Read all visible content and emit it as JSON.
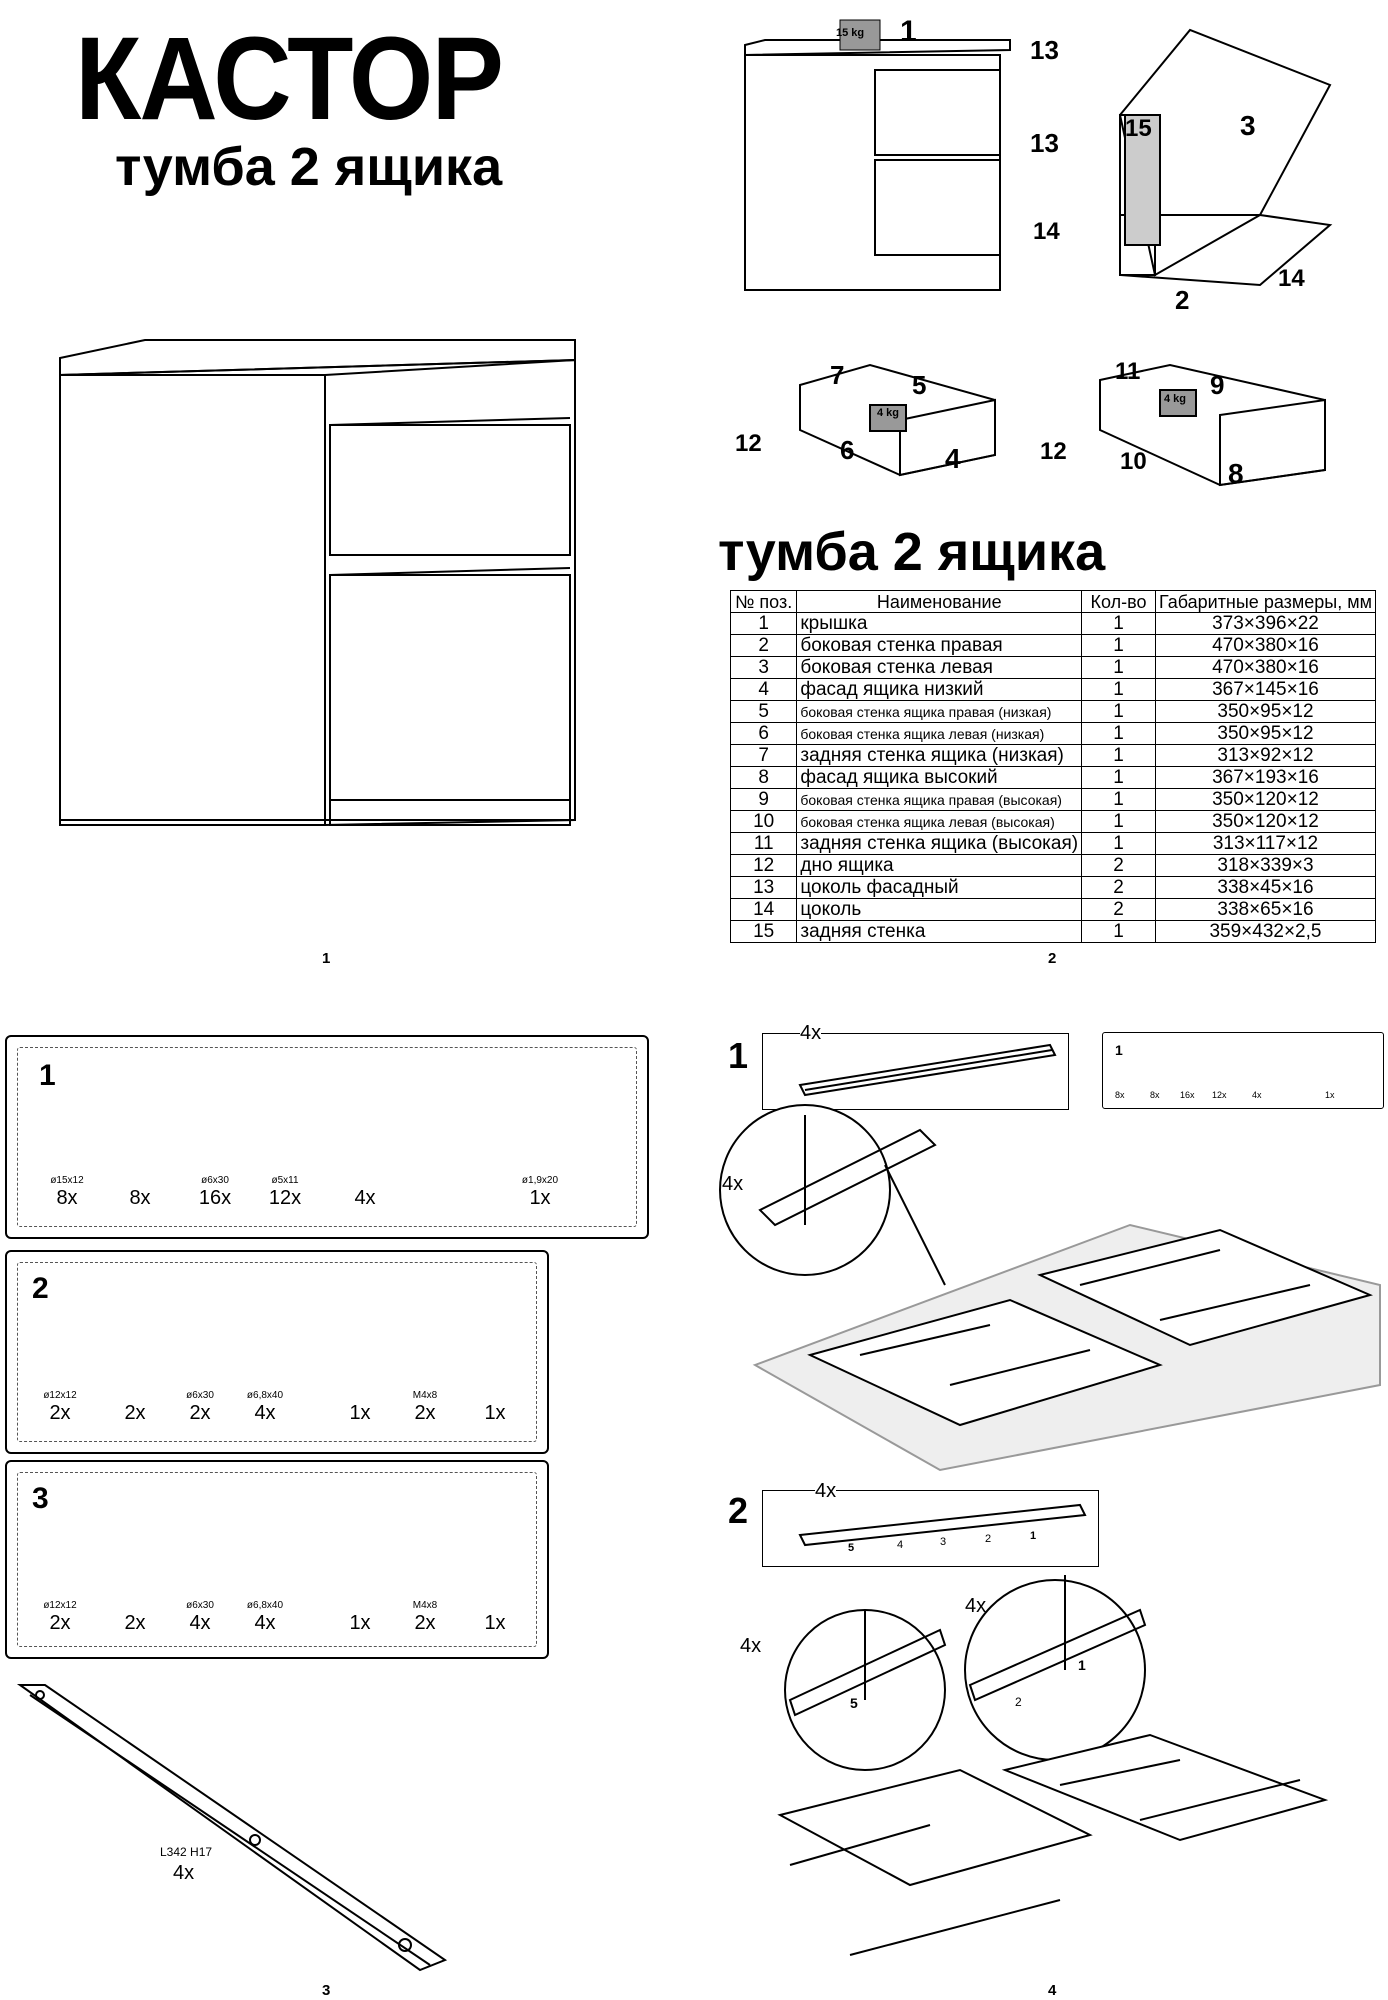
{
  "header": {
    "title": "КАСТОР",
    "subtitle": "тумба 2 ящика"
  },
  "exploded": {
    "weight_top": "15 kg",
    "weight_drawer": "4 kg",
    "callouts": [
      "1",
      "13",
      "13",
      "15",
      "3",
      "14",
      "14",
      "2",
      "7",
      "5",
      "12",
      "6",
      "4",
      "11",
      "9",
      "12",
      "10",
      "8"
    ]
  },
  "table_section": {
    "title": "тумба 2 ящика",
    "columns": [
      "№ поз.",
      "Наименование",
      "Кол-во",
      "Габаритные размеры, мм"
    ],
    "rows": [
      [
        "1",
        "крышка",
        "1",
        "373×396×22"
      ],
      [
        "2",
        "боковая стенка правая",
        "1",
        "470×380×16"
      ],
      [
        "3",
        "боковая стенка левая",
        "1",
        "470×380×16"
      ],
      [
        "4",
        "фасад ящика низкий",
        "1",
        "367×145×16"
      ],
      [
        "5",
        "боковая стенка ящика правая (низкая)",
        "1",
        "350×95×12"
      ],
      [
        "6",
        "боковая стенка ящика левая (низкая)",
        "1",
        "350×95×12"
      ],
      [
        "7",
        "задняя стенка ящика (низкая)",
        "1",
        "313×92×12"
      ],
      [
        "8",
        "фасад ящика высокий",
        "1",
        "367×193×16"
      ],
      [
        "9",
        "боковая стенка ящика правая (высокая)",
        "1",
        "350×120×12"
      ],
      [
        "10",
        "боковая стенка ящика левая (высокая)",
        "1",
        "350×120×12"
      ],
      [
        "11",
        "задняя стенка ящика (высокая)",
        "1",
        "313×117×12"
      ],
      [
        "12",
        "дно ящика",
        "2",
        "318×339×3"
      ],
      [
        "13",
        "цоколь фасадный",
        "2",
        "338×45×16"
      ],
      [
        "14",
        "цоколь",
        "2",
        "338×65×16"
      ],
      [
        "15",
        "задняя стенка",
        "1",
        "359×432×2,5"
      ]
    ],
    "small_rows": [
      "5",
      "6",
      "9",
      "10"
    ]
  },
  "page_numbers": [
    "1",
    "2",
    "3",
    "4"
  ],
  "kits": [
    {
      "num": "1",
      "items": [
        {
          "size": "ø15x12",
          "qty": "8x"
        },
        {
          "size": "",
          "qty": "8x"
        },
        {
          "size": "ø6x30",
          "qty": "16x"
        },
        {
          "size": "ø5x11",
          "qty": "12x"
        },
        {
          "size": "",
          "qty": "4x"
        },
        {
          "size": "ø1,9x20",
          "qty": "1x"
        }
      ]
    },
    {
      "num": "2",
      "items": [
        {
          "size": "ø12x12",
          "qty": "2x"
        },
        {
          "size": "",
          "qty": "2x"
        },
        {
          "size": "ø6x30",
          "qty": "2x"
        },
        {
          "size": "ø6,8x40",
          "qty": "4x"
        },
        {
          "size": "",
          "qty": "1x"
        },
        {
          "size": "M4x8",
          "qty": "2x"
        },
        {
          "size": "",
          "qty": "1x"
        }
      ]
    },
    {
      "num": "3",
      "items": [
        {
          "size": "ø12x12",
          "qty": "2x"
        },
        {
          "size": "",
          "qty": "2x"
        },
        {
          "size": "ø6x30",
          "qty": "4x"
        },
        {
          "size": "ø6,8x40",
          "qty": "4x"
        },
        {
          "size": "",
          "qty": "1x"
        },
        {
          "size": "M4x8",
          "qty": "2x"
        },
        {
          "size": "",
          "qty": "1x"
        }
      ]
    }
  ],
  "rail": {
    "label": "L342 H17",
    "qty": "4x"
  },
  "small_kit": {
    "num": "1",
    "qtys": [
      "8x",
      "8x",
      "16x",
      "12x",
      "4x",
      "1x"
    ]
  },
  "steps": {
    "step1": {
      "num": "1",
      "rail_qty": "4x",
      "screw_qty": "4x"
    },
    "step2": {
      "num": "2",
      "rail_qty": "4x",
      "screw_qty_left": "4x",
      "screw_qty_right": "4x",
      "rail_marks": [
        "5",
        "4",
        "3",
        "2",
        "1"
      ],
      "detail_left": "5",
      "detail_right_a": "1",
      "detail_right_b": "2"
    }
  }
}
